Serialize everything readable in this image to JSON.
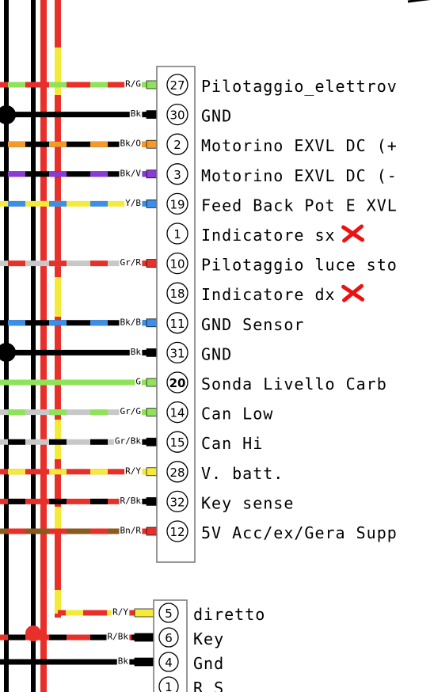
{
  "colors": {
    "R": "#e8302a",
    "Y": "#f4ea3a",
    "G": "#8fe35a",
    "Bk": "#000000",
    "O": "#f39a2a",
    "V": "#8a3bd6",
    "B": "#3c8ee8",
    "Gr": "#c8c8c8",
    "Bn": "#8b5a1e",
    "mark": "#ee1111"
  },
  "connector_main": {
    "pins": [
      {
        "num": "27",
        "wire": "R/G",
        "label": "Pilotaggio_elettrov",
        "c1": "R",
        "c2": "G"
      },
      {
        "num": "30",
        "wire": "Bk",
        "label": "GND",
        "c1": "Bk",
        "c2": "Bk"
      },
      {
        "num": "2",
        "wire": "Bk/O",
        "label": "Motorino EXVL DC (+",
        "c1": "Bk",
        "c2": "O"
      },
      {
        "num": "3",
        "wire": "Bk/V",
        "label": "Motorino EXVL DC (-",
        "c1": "Bk",
        "c2": "V"
      },
      {
        "num": "19",
        "wire": "Y/B",
        "label": "Feed Back Pot E XVL",
        "c1": "Y",
        "c2": "B"
      },
      {
        "num": "1",
        "wire": "",
        "label": "Indicatore sx",
        "c1": "",
        "c2": "",
        "crossed": true
      },
      {
        "num": "10",
        "wire": "Gr/R",
        "label": "Pilotaggio luce sto",
        "c1": "Gr",
        "c2": "R"
      },
      {
        "num": "18",
        "wire": "",
        "label": "Indicatore dx",
        "c1": "",
        "c2": "",
        "crossed": true
      },
      {
        "num": "11",
        "wire": "Bk/B",
        "label": "GND Sensor",
        "c1": "Bk",
        "c2": "B"
      },
      {
        "num": "31",
        "wire": "Bk",
        "label": "GND",
        "c1": "Bk",
        "c2": "Bk"
      },
      {
        "num": "20",
        "wire": "G",
        "label": "Sonda Livello Carb",
        "c1": "G",
        "c2": "G",
        "bold": true
      },
      {
        "num": "14",
        "wire": "Gr/G",
        "label": "Can Low",
        "c1": "Gr",
        "c2": "G"
      },
      {
        "num": "15",
        "wire": "Gr/Bk",
        "label": "Can Hi",
        "c1": "Gr",
        "c2": "Bk"
      },
      {
        "num": "28",
        "wire": "R/Y",
        "label": "V. batt.",
        "c1": "R",
        "c2": "Y"
      },
      {
        "num": "32",
        "wire": "R/Bk",
        "label": "Key sense",
        "c1": "R",
        "c2": "Bk"
      },
      {
        "num": "12",
        "wire": "Bn/R",
        "label": "5V Acc/ex/Gera Supp",
        "c1": "Bn",
        "c2": "R"
      }
    ]
  },
  "connector_second": {
    "pins": [
      {
        "num": "5",
        "wire": "R/Y",
        "label": "diretto",
        "c1": "R",
        "c2": "Y"
      },
      {
        "num": "6",
        "wire": "R/Bk",
        "label": "Key",
        "c1": "R",
        "c2": "Bk"
      },
      {
        "num": "4",
        "wire": "Bk",
        "label": "Gnd",
        "c1": "Bk",
        "c2": "Bk"
      },
      {
        "num": "1",
        "wire": "",
        "label": "R S",
        "c1": "",
        "c2": ""
      }
    ]
  }
}
